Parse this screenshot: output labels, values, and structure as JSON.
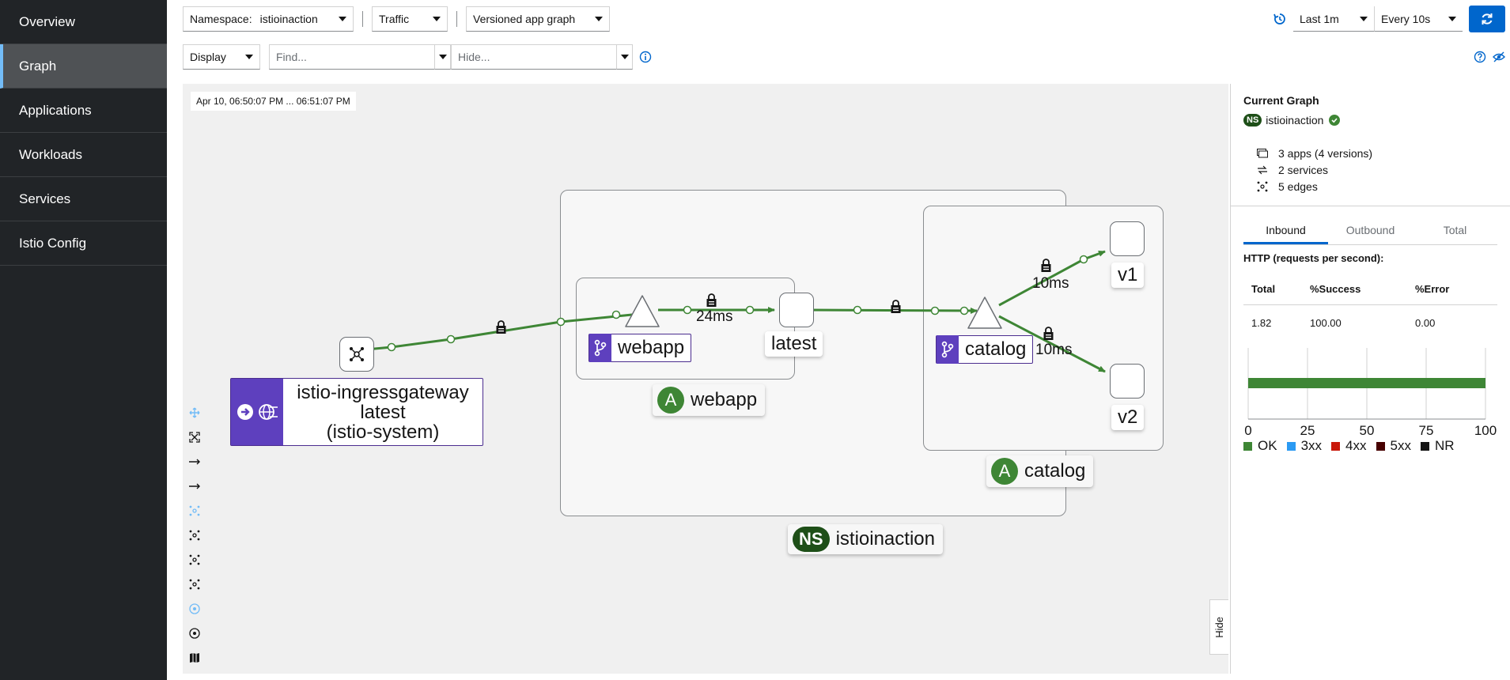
{
  "sidebar": {
    "items": [
      {
        "label": "Overview",
        "active": false
      },
      {
        "label": "Graph",
        "active": true
      },
      {
        "label": "Applications",
        "active": false
      },
      {
        "label": "Workloads",
        "active": false
      },
      {
        "label": "Services",
        "active": false
      },
      {
        "label": "Istio Config",
        "active": false
      }
    ]
  },
  "toolbar": {
    "namespace_label": "Namespace:",
    "namespace_value": "istioinaction",
    "traffic_label": "Traffic",
    "graph_type": "Versioned app graph",
    "duration": "Last 1m",
    "refresh_interval": "Every 10s",
    "display_label": "Display",
    "find_placeholder": "Find...",
    "hide_placeholder": "Hide..."
  },
  "graph": {
    "timestamp": "Apr 10, 06:50:07 PM ... 06:51:07 PM",
    "namespace_box": {
      "badge": "NS",
      "label": "istioinaction"
    },
    "webapp_group": {
      "badge": "A",
      "label": "webapp"
    },
    "catalog_group": {
      "badge": "A",
      "label": "catalog"
    },
    "gateway": {
      "line1": "istio-ingressgateway",
      "line2": "latest",
      "line3": "(istio-system)"
    },
    "webapp_service": "webapp",
    "webapp_version": "latest",
    "catalog_service": "catalog",
    "catalog_v1": "v1",
    "catalog_v2": "v2",
    "edge_webapp_latest": "24ms",
    "edge_catalog_v1": "10ms",
    "edge_catalog_v2": "10ms",
    "hide_tab": "Hide"
  },
  "panel": {
    "title": "Current Graph",
    "ns_badge": "NS",
    "namespace": "istioinaction",
    "apps": "3 apps (4 versions)",
    "services": "2 services",
    "edges": "5 edges",
    "tabs": [
      {
        "label": "Inbound",
        "active": true
      },
      {
        "label": "Outbound",
        "active": false
      },
      {
        "label": "Total",
        "active": false
      }
    ],
    "http_title": "HTTP (requests per second):",
    "table": {
      "headers": [
        "Total",
        "%Success",
        "%Error"
      ],
      "row": [
        "1.82",
        "100.00",
        "0.00"
      ]
    },
    "legend": [
      {
        "label": "OK",
        "color": "#3e8635"
      },
      {
        "label": "3xx",
        "color": "#2b9af3"
      },
      {
        "label": "4xx",
        "color": "#c9190b"
      },
      {
        "label": "5xx",
        "color": "#470000"
      },
      {
        "label": "NR",
        "color": "#151515"
      }
    ]
  },
  "chart_data": {
    "type": "bar",
    "orientation": "horizontal",
    "categories": [
      ""
    ],
    "series": [
      {
        "name": "OK",
        "values": [
          100
        ]
      },
      {
        "name": "3xx",
        "values": [
          0
        ]
      },
      {
        "name": "4xx",
        "values": [
          0
        ]
      },
      {
        "name": "5xx",
        "values": [
          0
        ]
      },
      {
        "name": "NR",
        "values": [
          0
        ]
      }
    ],
    "stacked": true,
    "xlim": [
      0,
      100
    ],
    "xticks": [
      "0",
      "25",
      "50",
      "75",
      "100"
    ],
    "grid": true,
    "legend": "bottom"
  }
}
